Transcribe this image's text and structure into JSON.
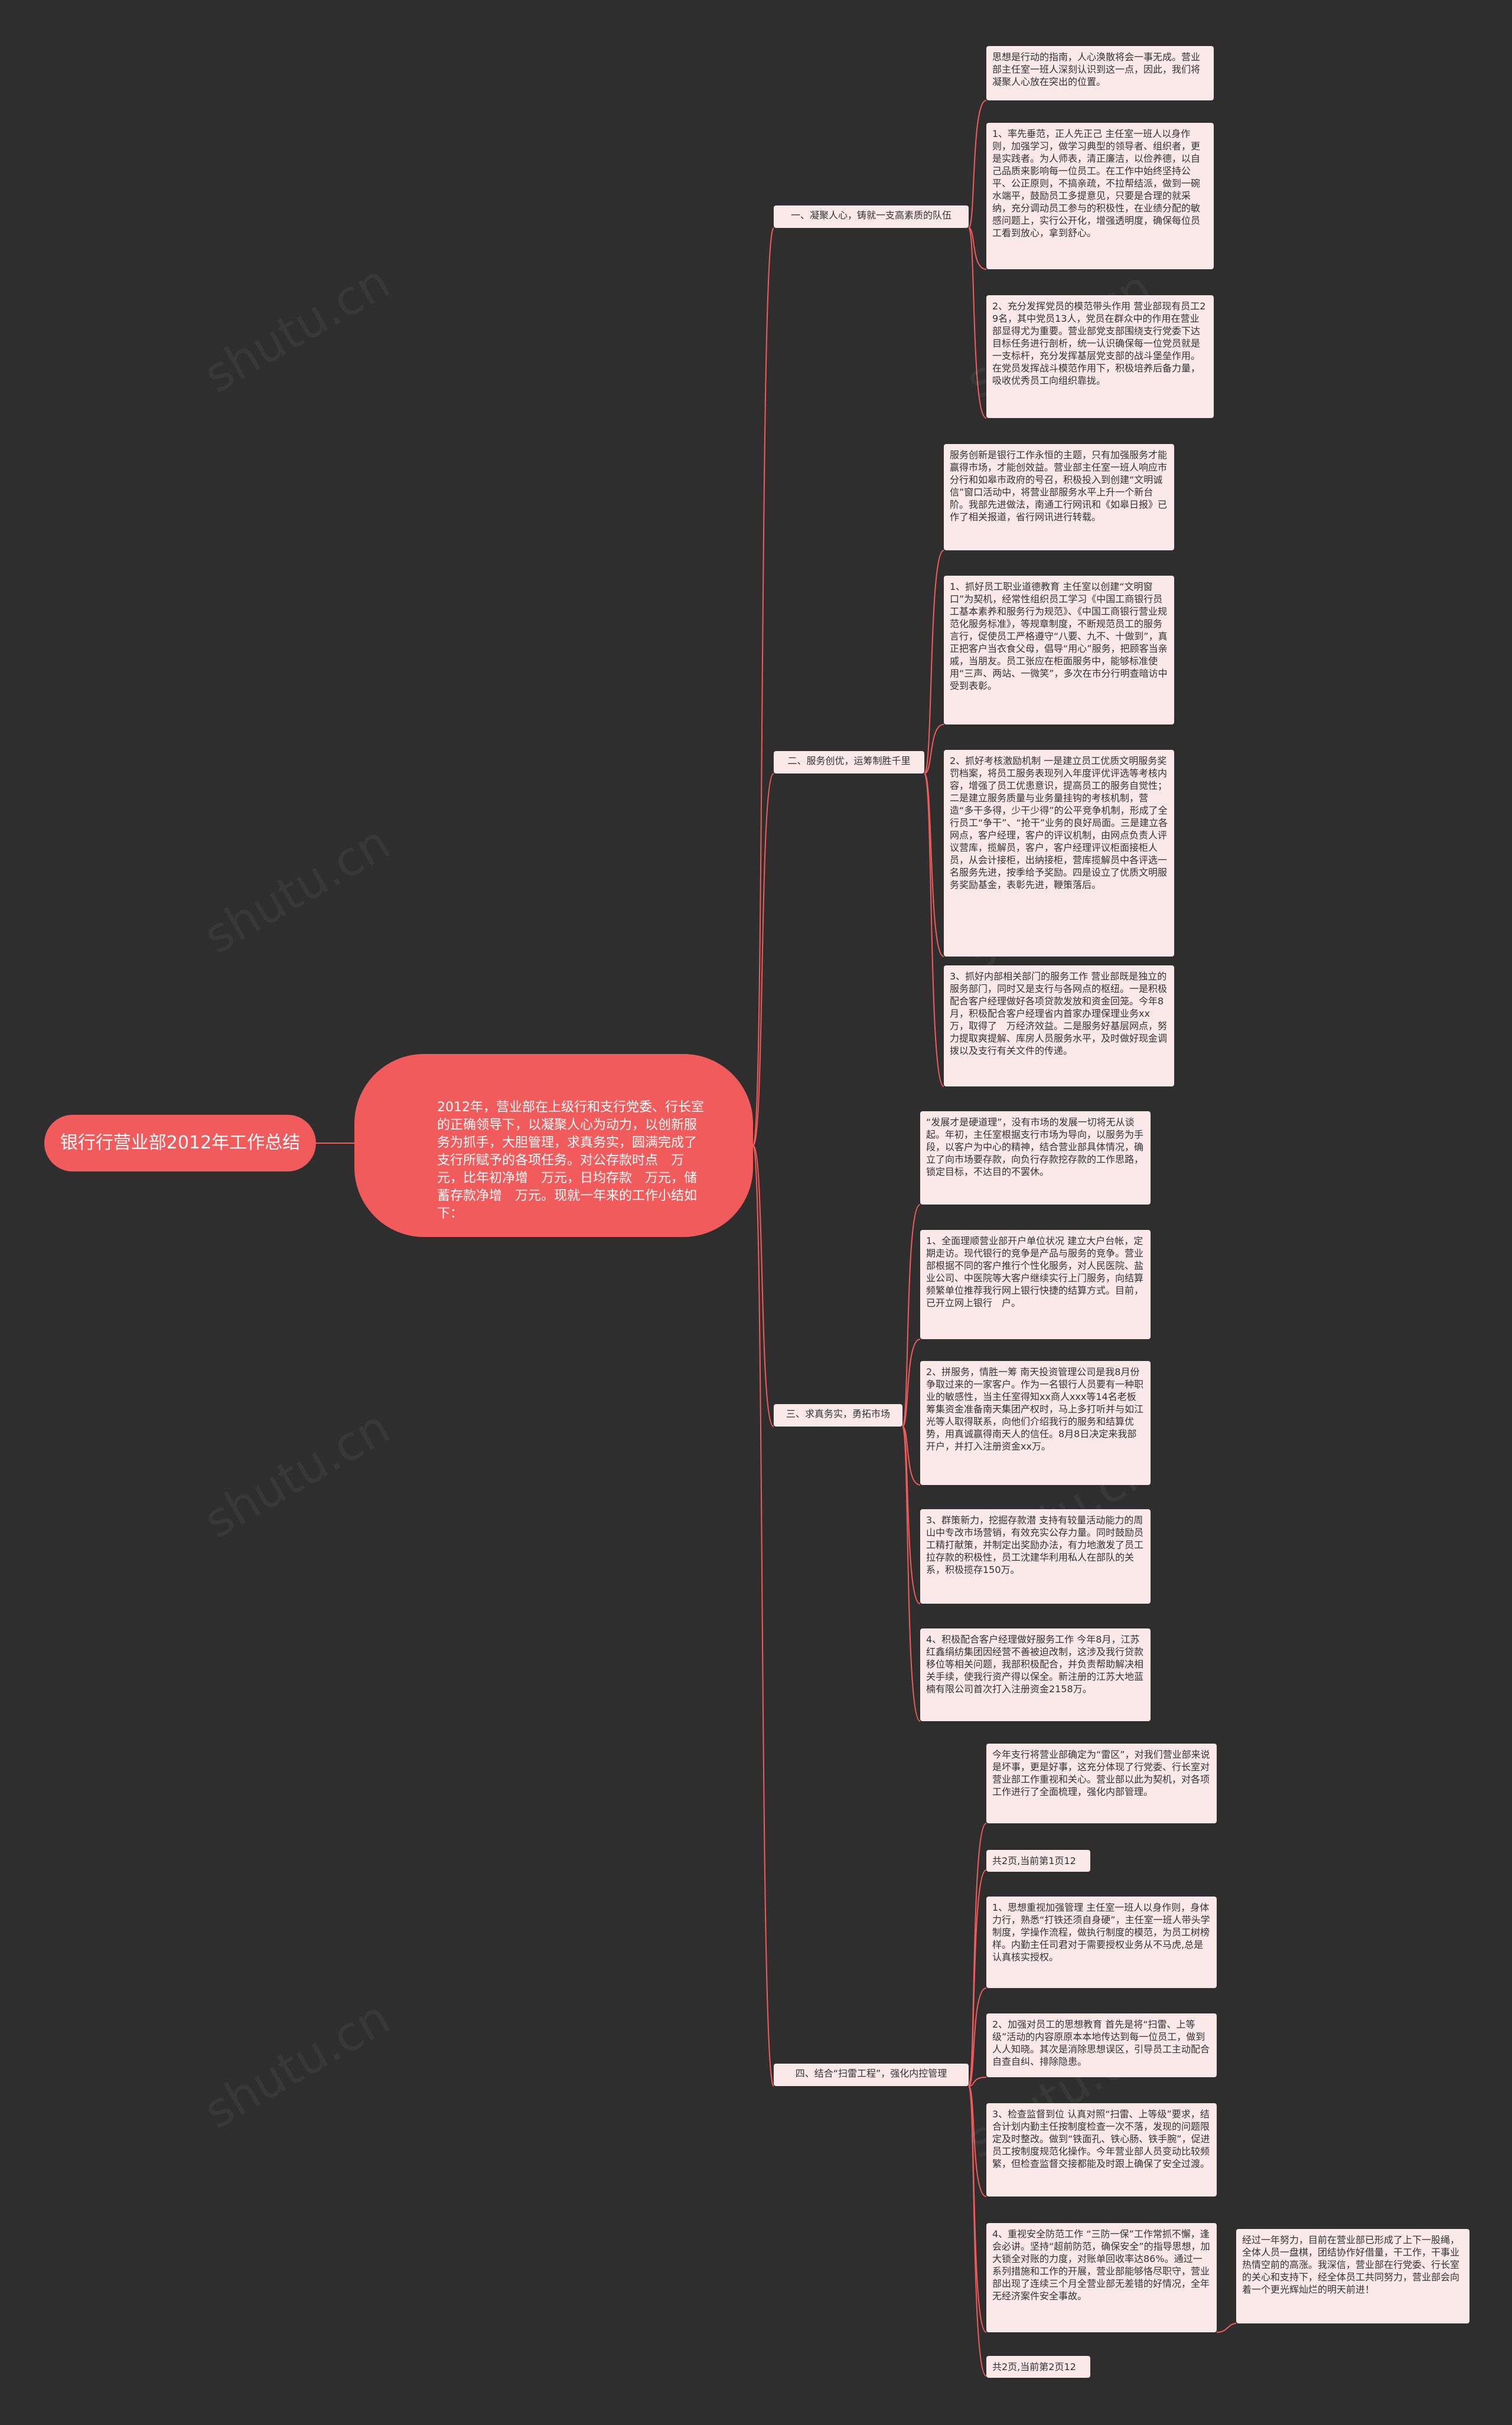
{
  "root": "银行行营业部2012年工作总结",
  "summary": "2012年，营业部在上级行和支行党委、行长室的正确领导下，以凝聚人心为动力，以创新服务为抓手，大胆管理，求真务实，圆满完成了支行所赋予的各项任务。对公存款时点　万元，比年初净增　万元，日均存款　万元，储蓄存款净增　万元。现就一年来的工作小结如下：",
  "colors": {
    "background": "#2e2e2e",
    "accent": "#f25b5b",
    "leaf": "#fbe8e8"
  },
  "branches": [
    {
      "label": "一、凝聚人心，铸就一支高素质的队伍",
      "leaves": [
        "思想是行动的指南，人心涣散将会一事无成。营业部主任室一班人深刻认识到这一点，因此，我们将凝聚人心放在突出的位置。",
        "1、率先垂范，正人先正己 主任室一班人以身作则，加强学习，做学习典型的领导者、组织者，更是实践者。为人师表，清正廉洁，以俭养德，以自己品质来影响每一位员工。在工作中始终坚持公平、公正原则，不搞亲疏，不拉帮结派，做到一碗水端平，鼓励员工多提意见，只要是合理的就采纳，充分调动员工参与的积极性，在业绩分配的敏感问题上，实行公开化，增强透明度，确保每位员工看到放心，拿到舒心。",
        "2、充分发挥党员的模范带头作用 营业部现有员工29名，其中党员13人，党员在群众中的作用在营业部显得尤为重要。营业部党支部围绕支行党委下达目标任务进行剖析，统一认识确保每一位党员就是一支标杆，充分发挥基层党支部的战斗堡垒作用。在党员发挥战斗模范作用下，积极培养后备力量，吸收优秀员工向组织靠拢。"
      ]
    },
    {
      "label": "二、服务创优，运筹制胜千里",
      "leaves": [
        "服务创新是银行工作永恒的主题，只有加强服务才能赢得市场，才能创效益。营业部主任室一班人响应市分行和如皋市政府的号召，积极投入到创建“文明诚信”窗口活动中，将营业部服务水平上升一个新台阶。我部先进做法，南通工行网讯和《如皋日报》已作了相关报道，省行网讯进行转载。",
        "1、抓好员工职业道德教育 主任室以创建“文明窗口”为契机，经常性组织员工学习《中国工商银行员工基本素养和服务行为规范》、《中国工商银行营业规范化服务标准》，等规章制度，不断规范员工的服务言行，促使员工严格遵守“八要、九不、十做到”，真正把客户当衣食父母，倡导“用心”服务，把顾客当亲戚，当朋友。员工张应在柜面服务中，能够标准使用“三声、两站、一微笑”，多次在市分行明查暗访中受到表彰。",
        "2、抓好考核激励机制 一是建立员工优质文明服务奖罚档案，将员工服务表现列入年度评优评选等考核内容，增强了员工优患意识，提高员工的服务自觉性；二是建立服务质量与业务量挂钩的考核机制，营造“多干多得，少干少得”的公平竞争机制，形成了全行员工“争干”、“抢干”业务的良好局面。三是建立各网点，客户经理，客户的评议机制，由网点负责人评议营库，揽解员，客户，客户经理评议柜面接柜人员，从会计接柜，出纳接柜，营库揽解员中各评选一名服务先进，按季给予奖励。四是设立了优质文明服务奖励基金，表彰先进，鞭策落后。",
        "3、抓好内部相关部门的服务工作 营业部既是独立的服务部门，同时又是支行与各网点的枢纽。一是积极配合客户经理做好各项贷款发放和资金回笼。今年8月，积极配合客户经理省内首家办理保理业务xx万，取得了　万经济效益。二是服务好基层网点，努力提取爽提解、库房人员服务水平，及时做好现金调拨以及支行有关文件的传递。"
      ]
    },
    {
      "label": "三、求真务实，勇拓市场",
      "leaves": [
        "“发展才是硬道理”，没有市场的发展一切将无从谈起。年初，主任室根据支行市场为导向，以服务为手段，以客户为中心的精神，结合营业部具体情况，确立了向市场要存款，向负行存款挖存款的工作思路，锁定目标，不达目的不罢休。",
        "1、全面理顺营业部开户单位状况 建立大户台帐，定期走访。现代银行的竞争是产品与服务的竞争。营业部根据不同的客户推行个性化服务，对人民医院、盐业公司、中医院等大客户继续实行上门服务，向结算频繁单位推荐我行网上银行快捷的结算方式。目前，已开立网上银行　户。",
        "2、拼服务，情胜一筹 南天投资管理公司是我8月份争取过来的一家客户。作为一名银行人员要有一种职业的敏感性，当主任室得知xx商人xxx等14名老板筹集资金准备南天集团产权时，马上多打听并与如江光等人取得联系，向他们介绍我行的服务和结算优势，用真诚赢得南天人的信任。8月8日决定来我部开户，并打入注册资金xx万。",
        "3、群策新力，挖掘存款潜 支持有较量活动能力的周山中专改市场营销，有效充实公存力量。同时鼓励员工精打献策，并制定出奖励办法，有力地激发了员工拉存款的积极性，员工沈建华利用私人在部队的关系，积极揽存150万。",
        "4、积极配合客户经理做好服务工作 今年8月，江苏红鑫绢纺集团因经营不善被迫改制，这涉及我行贷款移位等相关问题，我部积极配合，并负责帮助解决相关手续，使我行资产得以保全。新注册的江苏大地蓝楠有限公司首次打入注册资金2158万。"
      ]
    },
    {
      "label": "四、结合“扫雷工程”，强化内控管理",
      "leaves": [
        "今年支行将营业部确定为“雷区”，对我们营业部来说是坏事，更是好事，这充分体现了行党委、行长室对营业部工作重视和关心。营业部以此为契机，对各项工作进行了全面梳理，强化内部管理。",
        "共2页,当前第1页12",
        "1、思想重视加强管理 主任室一班人以身作则，身体力行，熟悉“打铁还须自身硬”，主任室一班人带头学制度，学操作流程，做执行制度的模范，为员工树榜样。内勤主任司君对于需要授权业务从不马虎,总是认真核实授权。",
        "2、加强对员工的思想教育 首先是将“扫雷、上等级”活动的内容原原本本地传达到每一位员工，做到人人知晓。其次是消除思想误区，引导员工主动配合自查自纠、排除隐患。",
        "3、检查监督到位 认真对照“扫雷、上等级”要求，结合计划内勤主任按制度检查一次不落，发现的问题限定及时整改。做到“铁面孔、铁心肠、铁手腕”，促进员工按制度规范化操作。今年营业部人员变动比较频繁，但检查监督交接都能及时跟上确保了安全过渡。",
        "4、重视安全防范工作 “三防一保”工作常抓不懈，逢会必讲。坚持“超前防范，确保安全”的指导思想，加大锁全对账的力度，对账单回收率达86%。通过一系列措施和工作的开展，营业部能够恪尽职守，营业部出现了连续三个月全营业部无差错的好情况，全年无经济案件安全事故。",
        "共2页,当前第2页12"
      ]
    }
  ],
  "conclusion": "经过一年努力，目前在营业部已形成了上下一股绳，全体人员一盘棋，团结协作好借量，干工作，干事业热情空前的高涨。我深信，营业部在行党委、行长室的关心和支持下，经全体员工共同努力，营业部会向着一个更光辉灿烂的明天前进！",
  "watermark": "shutu.cn"
}
